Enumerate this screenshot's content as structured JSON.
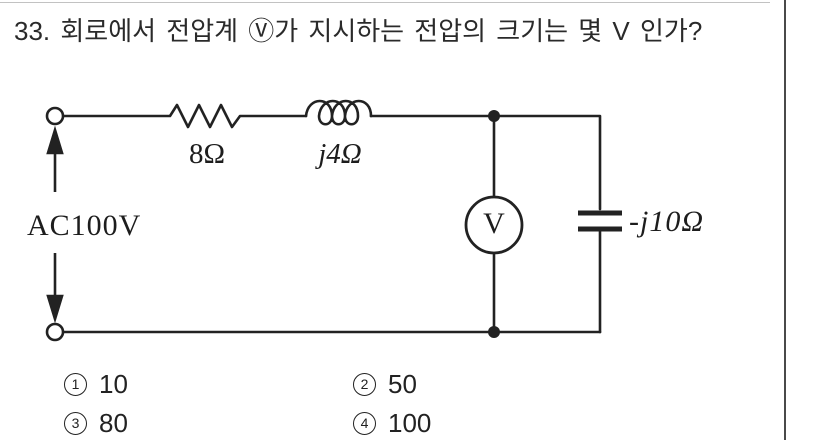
{
  "question": {
    "full": "33. 회로에서 전압계 Ⓥ가 지시하는 전압의 크기는 몇 V 인가?"
  },
  "circuit": {
    "source_label": "AC100V",
    "resistor_label": "8Ω",
    "inductor_label": "j4Ω",
    "capacitor_label": "-j10Ω",
    "voltmeter_label": "V"
  },
  "options": [
    {
      "marker": "1",
      "value": "10"
    },
    {
      "marker": "2",
      "value": "50"
    },
    {
      "marker": "3",
      "value": "80"
    },
    {
      "marker": "4",
      "value": "100"
    }
  ],
  "colors": {
    "ink": "#222222",
    "page_border": "#4a4a4a"
  }
}
